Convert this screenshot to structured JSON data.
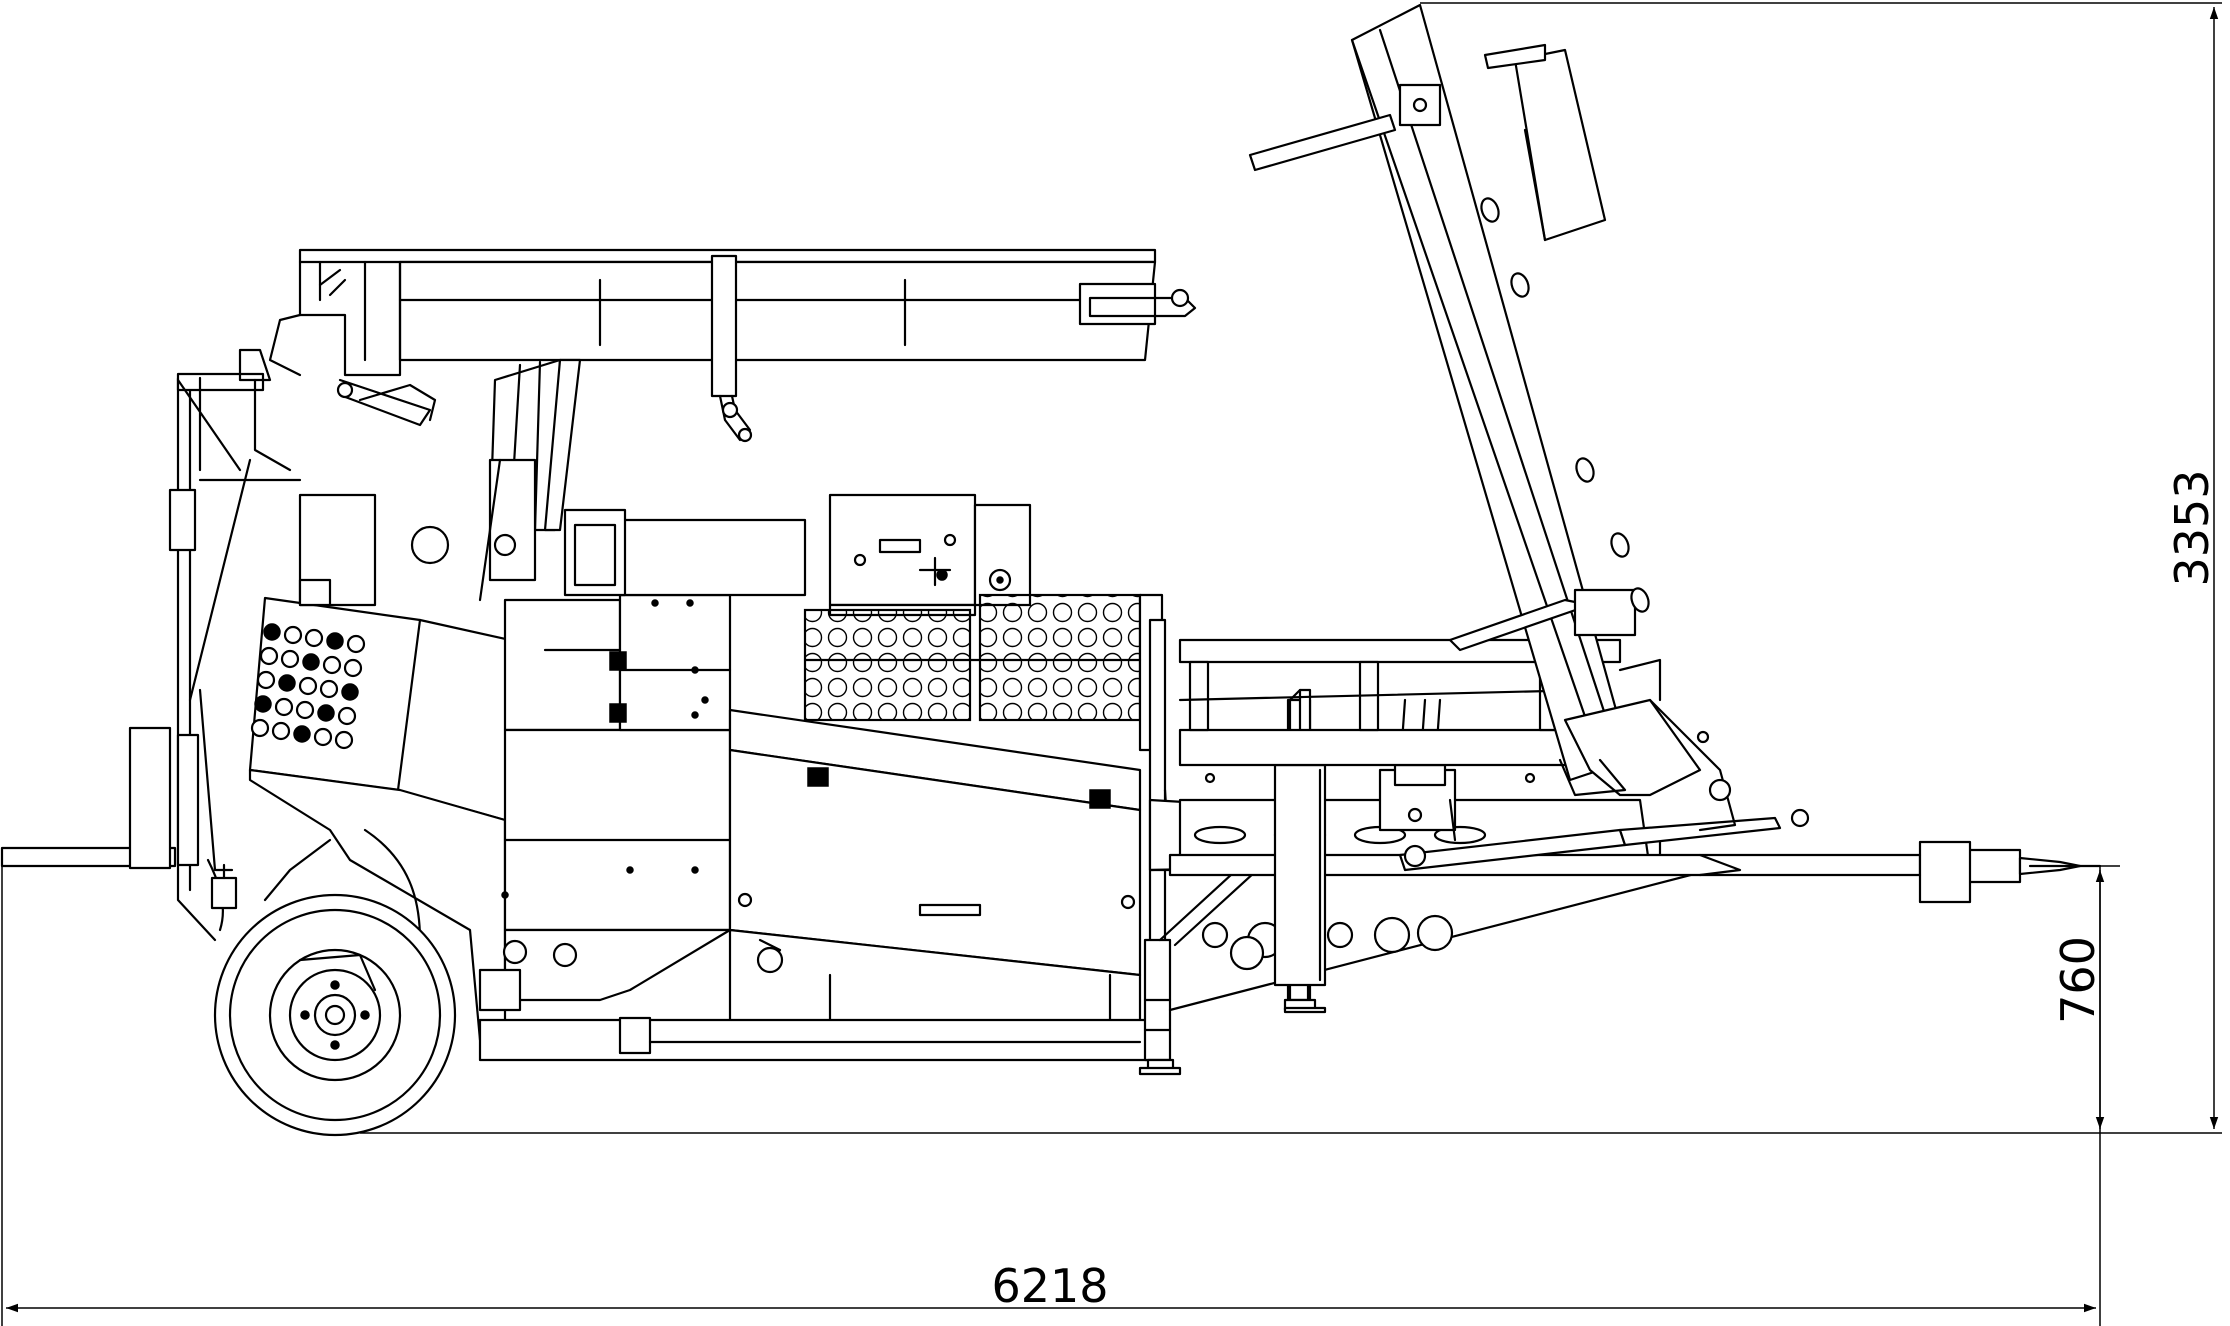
{
  "drawing": {
    "dimensions": {
      "overall_length": "6218",
      "overall_height": "3353",
      "hitch_height": "760"
    }
  }
}
